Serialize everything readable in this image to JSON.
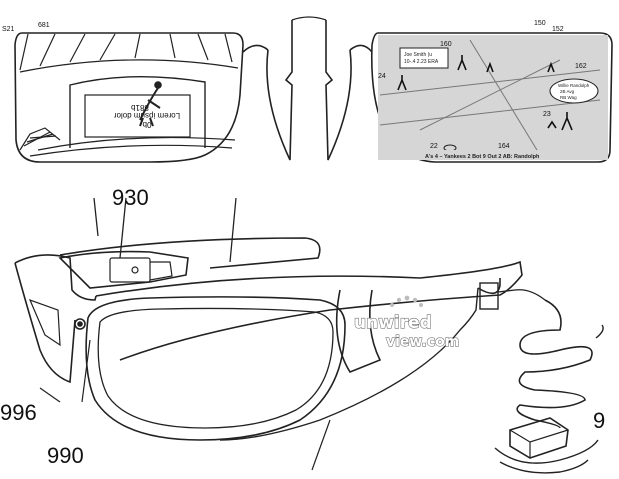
{
  "top_figure": {
    "left_lens": {
      "label_top_left": "S21",
      "label_top": "681",
      "flipped_caption": "Lorem ipsum dolor",
      "flipped_code": "881b",
      "flipped_mark": "0b"
    },
    "right_lens": {
      "label_top_1": "150",
      "label_top_2": "152",
      "popup_line_1": "Joe Smith (u",
      "popup_line_2": "10-.4 2.23 ERA",
      "ref_160": "160",
      "ref_24": "24",
      "ref_162": "162",
      "balloon_line_1": "Willie Randolph",
      "balloon_line_2": "2B Avg",
      "balloon_line_3": "RB Wag",
      "ref_23": "23",
      "ref_22": "22",
      "ref_164": "164",
      "score_banner": "A's 4 – Yankees 2 Bot 9 Out 2 AB: Randolph"
    }
  },
  "bottom_figure": {
    "ref_930": "930",
    "ref_996": "996",
    "ref_990": "990",
    "ref_9": "9",
    "watermark_line_1": "unwired",
    "watermark_line_2": "view.com"
  }
}
